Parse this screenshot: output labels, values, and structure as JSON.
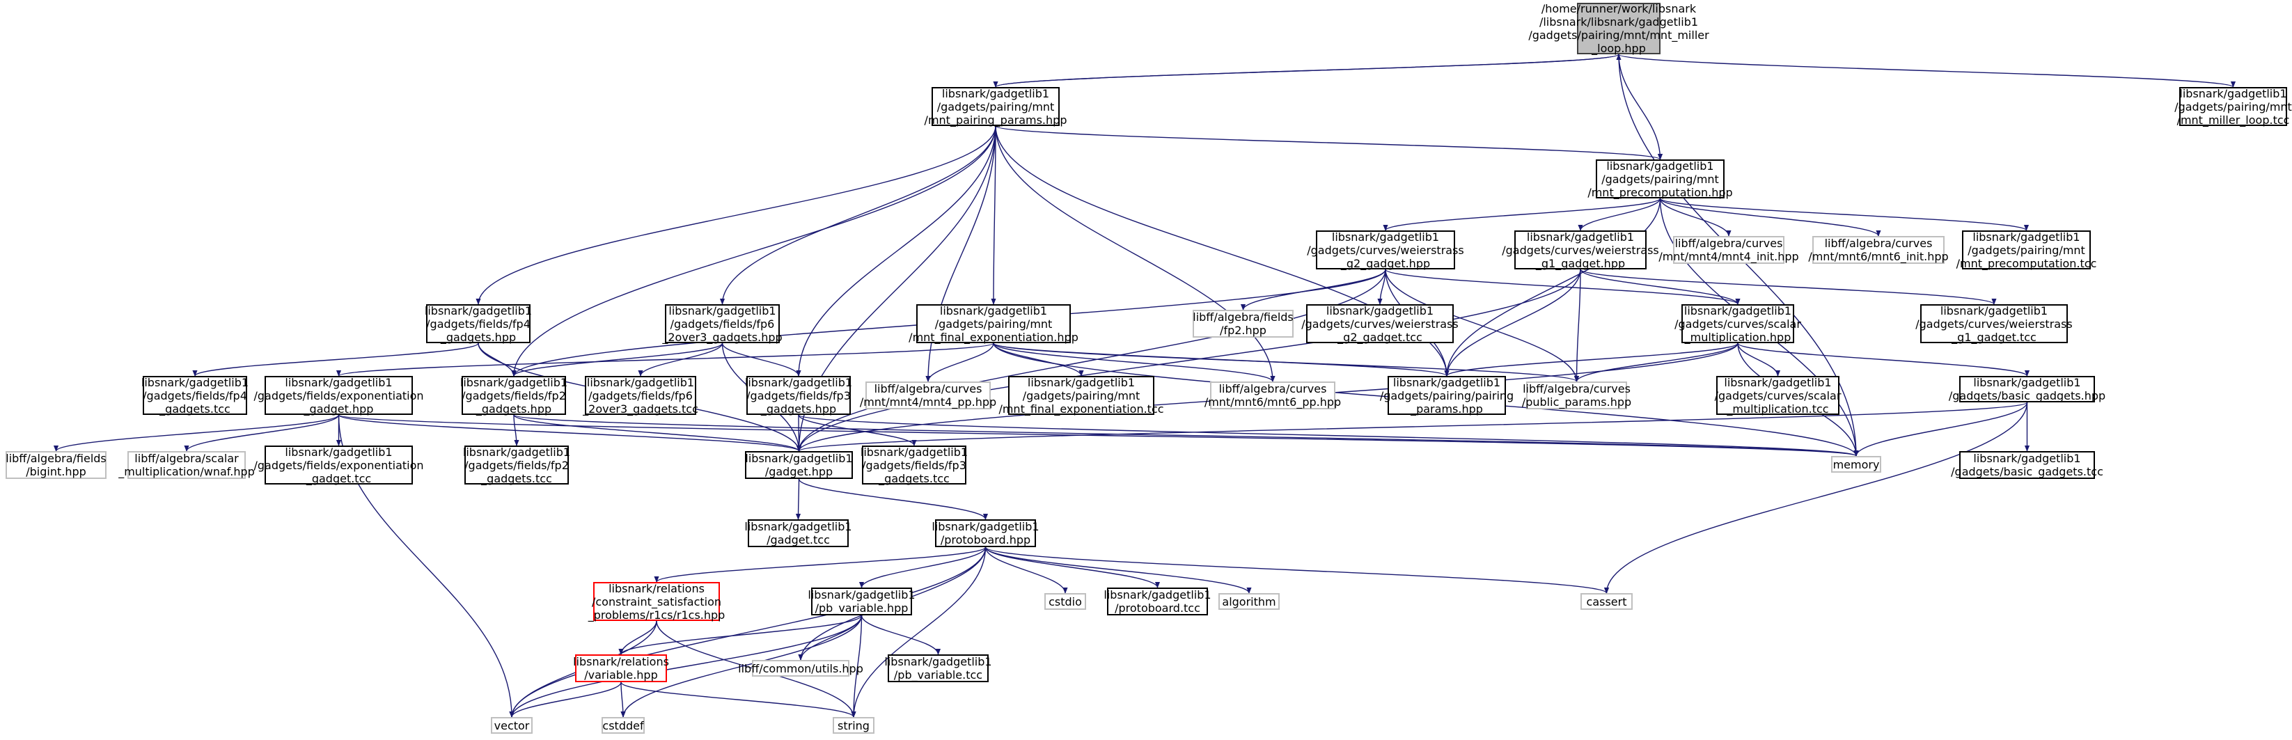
{
  "diagram": {
    "nodes": [
      {
        "id": "root",
        "style": "root",
        "lines": [
          "/home/runner/work/libsnark",
          "/libsnark/libsnark/gadgetlib1",
          "/gadgets/pairing/mnt/mnt_miller",
          "_loop.hpp"
        ]
      },
      {
        "id": "params",
        "style": "normal",
        "lines": [
          "libsnark/gadgetlib1",
          "/gadgets/pairing/mnt",
          "/mnt_pairing_params.hpp"
        ]
      },
      {
        "id": "millertcc",
        "style": "normal",
        "lines": [
          "libsnark/gadgetlib1",
          "/gadgets/pairing/mnt",
          "/mnt_miller_loop.tcc"
        ]
      },
      {
        "id": "precomp",
        "style": "normal",
        "lines": [
          "libsnark/gadgetlib1",
          "/gadgets/pairing/mnt",
          "/mnt_precomputation.hpp"
        ]
      },
      {
        "id": "wg2",
        "style": "normal",
        "lines": [
          "libsnark/gadgetlib1",
          "/gadgets/curves/weierstrass",
          "_g2_gadget.hpp"
        ]
      },
      {
        "id": "wg1",
        "style": "normal",
        "lines": [
          "libsnark/gadgetlib1",
          "/gadgets/curves/weierstrass",
          "_g1_gadget.hpp"
        ]
      },
      {
        "id": "mnt4init",
        "style": "sys",
        "lines": [
          "libff/algebra/curves",
          "/mnt/mnt4/mnt4_init.hpp"
        ]
      },
      {
        "id": "mnt6init",
        "style": "sys",
        "lines": [
          "libff/algebra/curves",
          "/mnt/mnt6/mnt6_init.hpp"
        ]
      },
      {
        "id": "precomptcc",
        "style": "normal",
        "lines": [
          "libsnark/gadgetlib1",
          "/gadgets/pairing/mnt",
          "/mnt_precomputation.tcc"
        ]
      },
      {
        "id": "fp4",
        "style": "normal",
        "lines": [
          "libsnark/gadgetlib1",
          "/gadgets/fields/fp4",
          "_gadgets.hpp"
        ]
      },
      {
        "id": "fp6",
        "style": "normal",
        "lines": [
          "libsnark/gadgetlib1",
          "/gadgets/fields/fp6",
          "_2over3_gadgets.hpp"
        ]
      },
      {
        "id": "finalexp",
        "style": "normal",
        "lines": [
          "libsnark/gadgetlib1",
          "/gadgets/pairing/mnt",
          "/mnt_final_exponentiation.hpp"
        ]
      },
      {
        "id": "fp2hpp",
        "style": "sys",
        "lines": [
          "libff/algebra/fields",
          "/fp2.hpp"
        ]
      },
      {
        "id": "wg2tcc",
        "style": "normal",
        "lines": [
          "libsnark/gadgetlib1",
          "/gadgets/curves/weierstrass",
          "_g2_gadget.tcc"
        ]
      },
      {
        "id": "scalar",
        "style": "normal",
        "lines": [
          "libsnark/gadgetlib1",
          "/gadgets/curves/scalar",
          "_multiplication.hpp"
        ]
      },
      {
        "id": "wg1tcc",
        "style": "normal",
        "lines": [
          "libsnark/gadgetlib1",
          "/gadgets/curves/weierstrass",
          "_g1_gadget.tcc"
        ]
      },
      {
        "id": "fp4tcc",
        "style": "normal",
        "lines": [
          "libsnark/gadgetlib1",
          "/gadgets/fields/fp4",
          "_gadgets.tcc"
        ]
      },
      {
        "id": "expgad",
        "style": "normal",
        "lines": [
          "libsnark/gadgetlib1",
          "/gadgets/fields/exponentiation",
          "_gadget.hpp"
        ]
      },
      {
        "id": "fp2gad",
        "style": "normal",
        "lines": [
          "libsnark/gadgetlib1",
          "/gadgets/fields/fp2",
          "_gadgets.hpp"
        ]
      },
      {
        "id": "fp6tcc",
        "style": "normal",
        "lines": [
          "libsnark/gadgetlib1",
          "/gadgets/fields/fp6",
          "_2over3_gadgets.tcc"
        ]
      },
      {
        "id": "fp3gad",
        "style": "normal",
        "lines": [
          "libsnark/gadgetlib1",
          "/gadgets/fields/fp3",
          "_gadgets.hpp"
        ]
      },
      {
        "id": "mnt4pp",
        "style": "sys",
        "lines": [
          "libff/algebra/curves",
          "/mnt/mnt4/mnt4_pp.hpp"
        ]
      },
      {
        "id": "finalexptcc",
        "style": "normal",
        "lines": [
          "libsnark/gadgetlib1",
          "/gadgets/pairing/mnt",
          "/mnt_final_exponentiation.tcc"
        ]
      },
      {
        "id": "mnt6pp",
        "style": "sys",
        "lines": [
          "libff/algebra/curves",
          "/mnt/mnt6/mnt6_pp.hpp"
        ]
      },
      {
        "id": "pairparams",
        "style": "normal",
        "lines": [
          "libsnark/gadgetlib1",
          "/gadgets/pairing/pairing",
          "_params.hpp"
        ]
      },
      {
        "id": "pubparams",
        "style": "sys",
        "lines": [
          "libff/algebra/curves",
          "/public_params.hpp"
        ]
      },
      {
        "id": "scalartcc",
        "style": "normal",
        "lines": [
          "libsnark/gadgetlib1",
          "/gadgets/curves/scalar",
          "_multiplication.tcc"
        ]
      },
      {
        "id": "basic",
        "style": "normal",
        "lines": [
          "libsnark/gadgetlib1",
          "/gadgets/basic_gadgets.hpp"
        ]
      },
      {
        "id": "bigint",
        "style": "sys",
        "lines": [
          "libff/algebra/fields",
          "/bigint.hpp"
        ]
      },
      {
        "id": "wnaf",
        "style": "sys",
        "lines": [
          "libff/algebra/scalar",
          "_multiplication/wnaf.hpp"
        ]
      },
      {
        "id": "exptcc",
        "style": "normal",
        "lines": [
          "libsnark/gadgetlib1",
          "/gadgets/fields/exponentiation",
          "_gadget.tcc"
        ]
      },
      {
        "id": "fp2tcc",
        "style": "normal",
        "lines": [
          "libsnark/gadgetlib1",
          "/gadgets/fields/fp2",
          "_gadgets.tcc"
        ]
      },
      {
        "id": "gadget",
        "style": "normal",
        "lines": [
          "libsnark/gadgetlib1",
          "/gadget.hpp"
        ]
      },
      {
        "id": "fp3tcc",
        "style": "normal",
        "lines": [
          "libsnark/gadgetlib1",
          "/gadgets/fields/fp3",
          "_gadgets.tcc"
        ]
      },
      {
        "id": "memory",
        "style": "sys",
        "lines": [
          "memory"
        ]
      },
      {
        "id": "basictcc",
        "style": "normal",
        "lines": [
          "libsnark/gadgetlib1",
          "/gadgets/basic_gadgets.tcc"
        ]
      },
      {
        "id": "gadgettcc",
        "style": "normal",
        "lines": [
          "libsnark/gadgetlib1",
          "/gadget.tcc"
        ]
      },
      {
        "id": "protoboard",
        "style": "normal",
        "lines": [
          "libsnark/gadgetlib1",
          "/protoboard.hpp"
        ]
      },
      {
        "id": "r1cs",
        "style": "red",
        "lines": [
          "libsnark/relations",
          "/constraint_satisfaction",
          "_problems/r1cs/r1cs.hpp"
        ]
      },
      {
        "id": "pbvar",
        "style": "normal",
        "lines": [
          "libsnark/gadgetlib1",
          "/pb_variable.hpp"
        ]
      },
      {
        "id": "cstdio",
        "style": "sys",
        "lines": [
          "cstdio"
        ]
      },
      {
        "id": "protoboardtcc",
        "style": "normal",
        "lines": [
          "libsnark/gadgetlib1",
          "/protoboard.tcc"
        ]
      },
      {
        "id": "algorithm",
        "style": "sys",
        "lines": [
          "algorithm"
        ]
      },
      {
        "id": "cassert",
        "style": "sys",
        "lines": [
          "cassert"
        ]
      },
      {
        "id": "variable",
        "style": "red",
        "lines": [
          "libsnark/relations",
          "/variable.hpp"
        ]
      },
      {
        "id": "utils",
        "style": "sys",
        "lines": [
          "libff/common/utils.hpp"
        ]
      },
      {
        "id": "pbvartcc",
        "style": "normal",
        "lines": [
          "libsnark/gadgetlib1",
          "/pb_variable.tcc"
        ]
      },
      {
        "id": "vector",
        "style": "sys",
        "lines": [
          "vector"
        ]
      },
      {
        "id": "cstddef",
        "style": "sys",
        "lines": [
          "cstddef"
        ]
      },
      {
        "id": "string",
        "style": "sys",
        "lines": [
          "string"
        ]
      }
    ],
    "edges": [
      [
        "root",
        "params"
      ],
      [
        "root",
        "millertcc"
      ],
      [
        "root",
        "precomp"
      ],
      [
        "root",
        "memory"
      ],
      [
        "params",
        "root"
      ],
      [
        "params",
        "precomp"
      ],
      [
        "params",
        "fp4"
      ],
      [
        "params",
        "fp6"
      ],
      [
        "params",
        "finalexp"
      ],
      [
        "params",
        "fp2gad"
      ],
      [
        "params",
        "fp3gad"
      ],
      [
        "params",
        "mnt4pp"
      ],
      [
        "params",
        "mnt6pp"
      ],
      [
        "params",
        "pairparams"
      ],
      [
        "params",
        "gadget"
      ],
      [
        "precomp",
        "wg2"
      ],
      [
        "precomp",
        "wg1"
      ],
      [
        "precomp",
        "mnt4init"
      ],
      [
        "precomp",
        "mnt6init"
      ],
      [
        "precomp",
        "precomptcc"
      ],
      [
        "precomp",
        "pairparams"
      ],
      [
        "precomp",
        "memory"
      ],
      [
        "wg2",
        "fp2hpp"
      ],
      [
        "wg2",
        "wg2tcc"
      ],
      [
        "wg2",
        "scalar"
      ],
      [
        "wg2",
        "pairparams"
      ],
      [
        "wg2",
        "pubparams"
      ],
      [
        "wg2",
        "fp2gad"
      ],
      [
        "wg2",
        "gadget"
      ],
      [
        "wg1",
        "wg1tcc"
      ],
      [
        "wg1",
        "scalar"
      ],
      [
        "wg1",
        "pairparams"
      ],
      [
        "wg1",
        "pubparams"
      ],
      [
        "wg1",
        "gadget"
      ],
      [
        "scalar",
        "scalartcc"
      ],
      [
        "scalar",
        "basic"
      ],
      [
        "scalar",
        "pairparams"
      ],
      [
        "scalar",
        "pubparams"
      ],
      [
        "scalar",
        "memory"
      ],
      [
        "scalar",
        "gadget"
      ],
      [
        "fp4",
        "fp4tcc"
      ],
      [
        "fp4",
        "fp2gad"
      ],
      [
        "fp4",
        "gadget"
      ],
      [
        "fp6",
        "fp6tcc"
      ],
      [
        "fp6",
        "fp2gad"
      ],
      [
        "fp6",
        "fp3gad"
      ],
      [
        "fp6",
        "gadget"
      ],
      [
        "finalexp",
        "finalexptcc"
      ],
      [
        "finalexp",
        "expgad"
      ],
      [
        "finalexp",
        "mnt4pp"
      ],
      [
        "finalexp",
        "mnt6pp"
      ],
      [
        "finalexp",
        "pairparams"
      ],
      [
        "finalexp",
        "pubparams"
      ],
      [
        "finalexp",
        "memory"
      ],
      [
        "expgad",
        "bigint"
      ],
      [
        "expgad",
        "wnaf"
      ],
      [
        "expgad",
        "exptcc"
      ],
      [
        "expgad",
        "gadget"
      ],
      [
        "expgad",
        "memory"
      ],
      [
        "expgad",
        "vector"
      ],
      [
        "fp2gad",
        "fp2tcc"
      ],
      [
        "fp2gad",
        "gadget"
      ],
      [
        "fp2gad",
        "memory"
      ],
      [
        "fp3gad",
        "fp3tcc"
      ],
      [
        "fp3gad",
        "gadget"
      ],
      [
        "fp3gad",
        "memory"
      ],
      [
        "basic",
        "basictcc"
      ],
      [
        "basic",
        "gadget"
      ],
      [
        "basic",
        "memory"
      ],
      [
        "basic",
        "cassert"
      ],
      [
        "gadget",
        "gadgettcc"
      ],
      [
        "gadget",
        "protoboard"
      ],
      [
        "protoboard",
        "r1cs"
      ],
      [
        "protoboard",
        "pbvar"
      ],
      [
        "protoboard",
        "cstdio"
      ],
      [
        "protoboard",
        "protoboardtcc"
      ],
      [
        "protoboard",
        "algorithm"
      ],
      [
        "protoboard",
        "cassert"
      ],
      [
        "protoboard",
        "utils"
      ],
      [
        "protoboard",
        "vector"
      ],
      [
        "protoboard",
        "string"
      ],
      [
        "r1cs",
        "variable"
      ],
      [
        "r1cs",
        "vector"
      ],
      [
        "r1cs",
        "string"
      ],
      [
        "pbvar",
        "variable"
      ],
      [
        "pbvar",
        "utils"
      ],
      [
        "pbvar",
        "pbvartcc"
      ],
      [
        "pbvar",
        "vector"
      ],
      [
        "pbvar",
        "cstddef"
      ],
      [
        "pbvar",
        "string"
      ],
      [
        "variable",
        "vector"
      ],
      [
        "variable",
        "cstddef"
      ],
      [
        "variable",
        "string"
      ]
    ]
  }
}
